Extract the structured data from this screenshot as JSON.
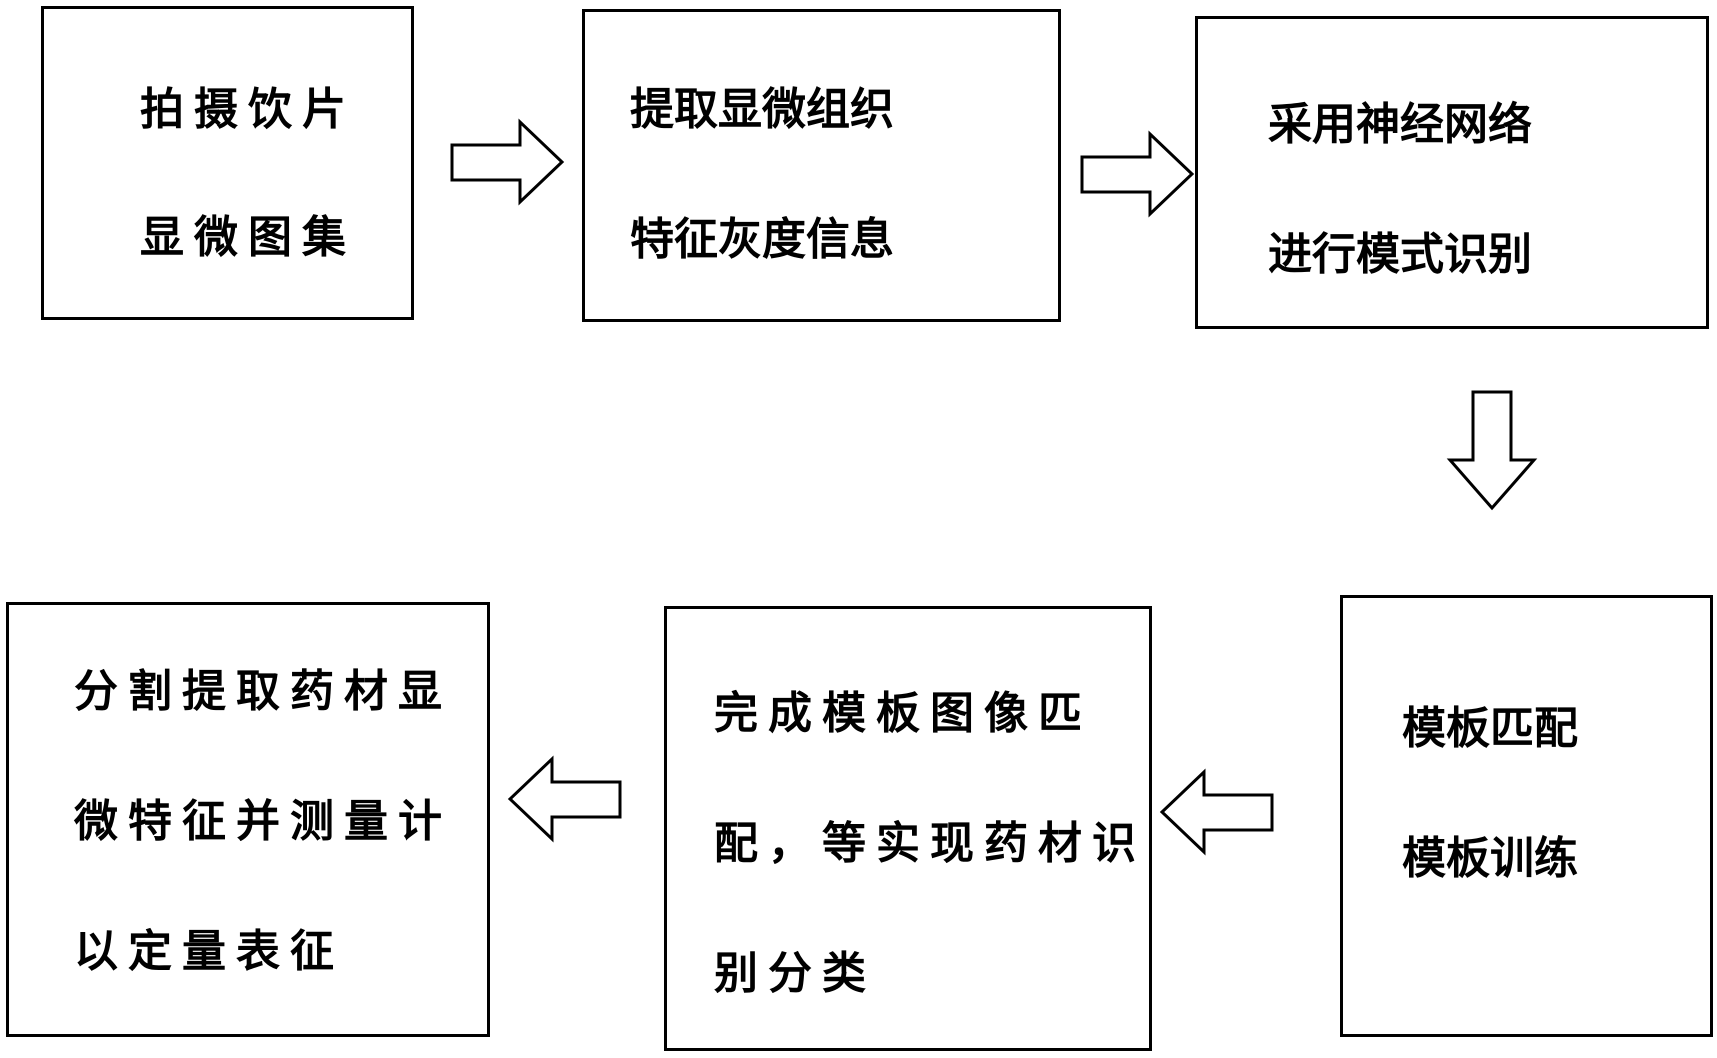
{
  "diagram": {
    "boxes": [
      {
        "id": "box-1",
        "lines": [
          "拍摄饮片",
          "显微图集"
        ]
      },
      {
        "id": "box-2",
        "lines": [
          "提取显微组织",
          "特征灰度信息"
        ]
      },
      {
        "id": "box-3",
        "lines": [
          "采用神经网络",
          "进行模式识别"
        ]
      },
      {
        "id": "box-4",
        "lines": [
          "模板匹配",
          "模板训练"
        ]
      },
      {
        "id": "box-5",
        "lines": [
          "完成模板图像匹",
          "配，等实现药材识",
          "别分类"
        ]
      },
      {
        "id": "box-6",
        "lines": [
          "分割提取药材显",
          "微特征并测量计",
          "以定量表征"
        ]
      }
    ],
    "arrows": [
      {
        "from": "box-1",
        "to": "box-2",
        "direction": "right"
      },
      {
        "from": "box-2",
        "to": "box-3",
        "direction": "right"
      },
      {
        "from": "box-3",
        "to": "box-4",
        "direction": "down"
      },
      {
        "from": "box-4",
        "to": "box-5",
        "direction": "left"
      },
      {
        "from": "box-5",
        "to": "box-6",
        "direction": "left"
      }
    ]
  }
}
